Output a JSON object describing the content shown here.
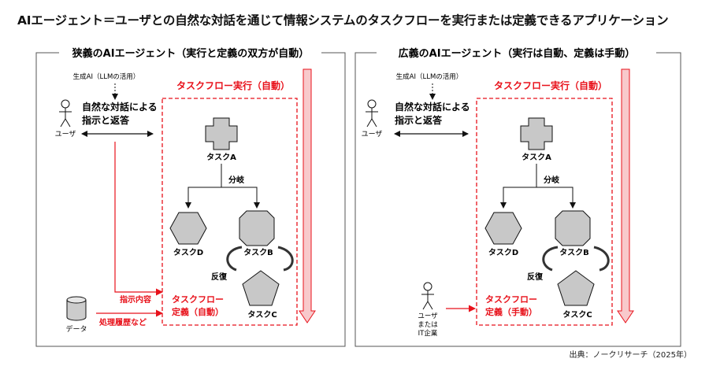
{
  "title": "AIエージェント＝ユーザとの自然な対話を通じて情報システムのタスクフローを実行または定義できるアプリケーション",
  "source": "出典：ノークリサーチ（2025年）",
  "colors": {
    "accent": "#e8121b",
    "arrow_fill": "#f8c9cb",
    "shape_fill": "#c8c8c8",
    "border": "#555555"
  },
  "panels": [
    {
      "heading": "狭義のAIエージェント（実行と定義の双方が自動）",
      "llm_label": "生成AI（LLMの活用）",
      "dialogue_label_1": "自然な対話による",
      "dialogue_label_2": "指示と返答",
      "user_label": "ユーザ",
      "executor_labels": [],
      "flow_exec_label": "タスクフロー実行（自動）",
      "task_a": "タスクA",
      "branch": "分岐",
      "task_d": "タスクD",
      "task_b": "タスクB",
      "repeat": "反復",
      "task_c": "タスクC",
      "define_label_1": "タスクフロー",
      "define_label_2": "定義（自動）",
      "instruction_label": "指示内容",
      "history_label": "処理履歴など",
      "data_label": "データ"
    },
    {
      "heading": "広義のAIエージェント（実行は自動、定義は手動）",
      "llm_label": "生成AI（LLMの活用）",
      "dialogue_label_1": "自然な対話による",
      "dialogue_label_2": "指示と返答",
      "user_label": "ユーザ",
      "executor_labels": [
        "ユーザ",
        "または",
        "IT企業"
      ],
      "flow_exec_label": "タスクフロー実行（自動）",
      "task_a": "タスクA",
      "branch": "分岐",
      "task_d": "タスクD",
      "task_b": "タスクB",
      "repeat": "反復",
      "task_c": "タスクC",
      "define_label_1": "タスクフロー",
      "define_label_2": "定義（手動）"
    }
  ]
}
